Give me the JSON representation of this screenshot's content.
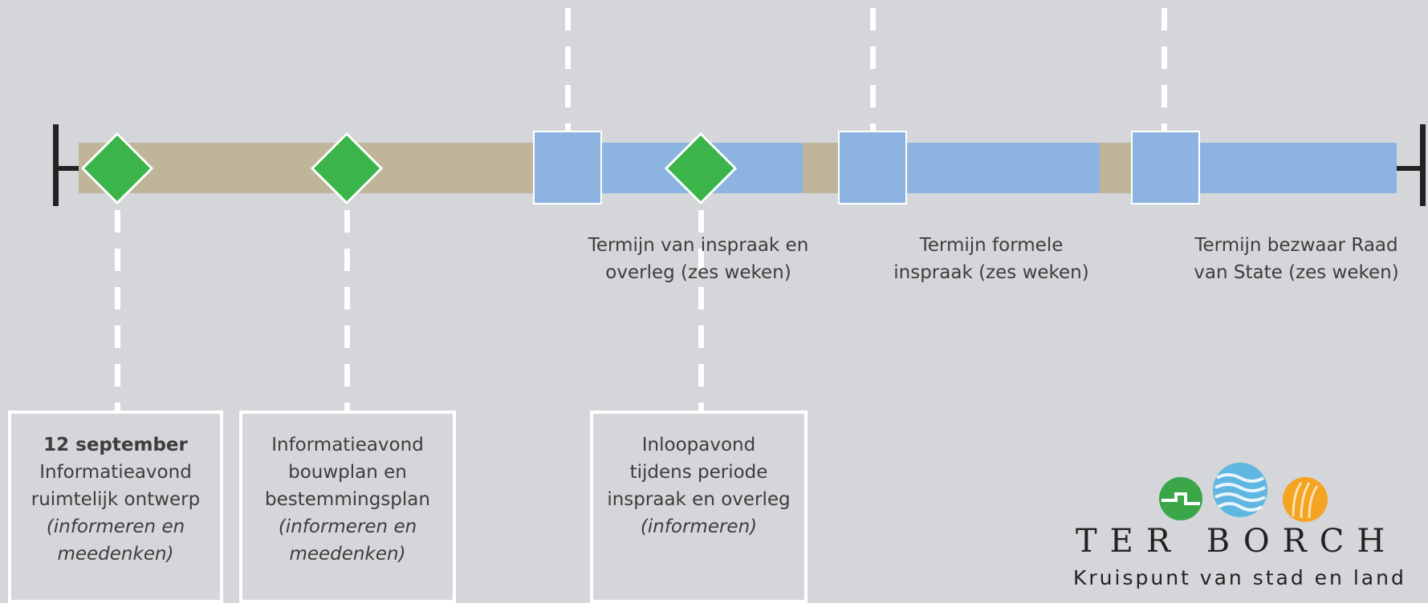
{
  "timeline": {
    "periods": [
      {
        "id": "inspraak-overleg",
        "lines": [
          "Termijn van inspraak en",
          "overleg (zes weken)"
        ]
      },
      {
        "id": "formele-inspraak",
        "lines": [
          "Termijn formele",
          "inspraak (zes weken)"
        ]
      },
      {
        "id": "bezwaar-raad-van-state",
        "lines": [
          "Termijn bezwaar Raad",
          "van State (zes weken)"
        ]
      }
    ],
    "events": [
      {
        "id": "informatieavond-ruimtelijk",
        "date": "12 september",
        "lines": [
          "Informatieavond",
          "ruimtelijk ontwerp"
        ],
        "notes": [
          "(informeren en",
          "meedenken)"
        ]
      },
      {
        "id": "informatieavond-bouwplan",
        "date": "",
        "lines": [
          "Informatieavond",
          "bouwplan en",
          "bestemmingsplan"
        ],
        "notes": [
          "(informeren en",
          "meedenken)"
        ]
      },
      {
        "id": "inloopavond",
        "date": "",
        "lines": [
          "Inloopavond",
          "tijdens periode",
          "inspraak en overleg"
        ],
        "notes": [
          "(informeren)"
        ]
      }
    ]
  },
  "logo": {
    "title": "TER BORCH",
    "subtitle": "Kruispunt van stad en land",
    "icons": [
      "green-circle-icon",
      "blue-waves-icon",
      "orange-grain-icon"
    ]
  },
  "colors": {
    "background": "#d4d6d9",
    "milestone": "#3bb44a",
    "period": "#8db4e1",
    "track": "#c0b59b"
  }
}
